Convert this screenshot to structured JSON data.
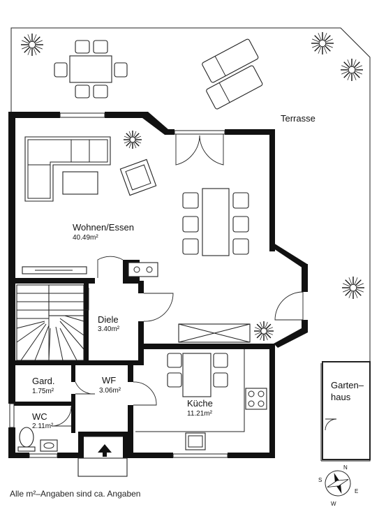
{
  "labels": {
    "terrasse": "Terrasse",
    "wohnen": "Wohnen/Essen",
    "wohnen_area": "40.49m²",
    "diele": "Diele",
    "diele_area": "3.40m²",
    "gard": "Gard.",
    "gard_area": "1.75m²",
    "wf": "WF",
    "wf_area": "3.06m²",
    "wc": "WC",
    "wc_area": "2.11m²",
    "kueche": "Küche",
    "kueche_area": "11.21m²",
    "gartenhaus_1": "Garten–",
    "gartenhaus_2": "haus"
  },
  "compass": {
    "n": "N",
    "s": "S",
    "e": "E",
    "w": "W"
  },
  "footnote": "Alle m²–Angaben sind ca. Angaben",
  "icons": [
    "plant-icon",
    "compass-icon",
    "entrance-arrow-icon"
  ]
}
